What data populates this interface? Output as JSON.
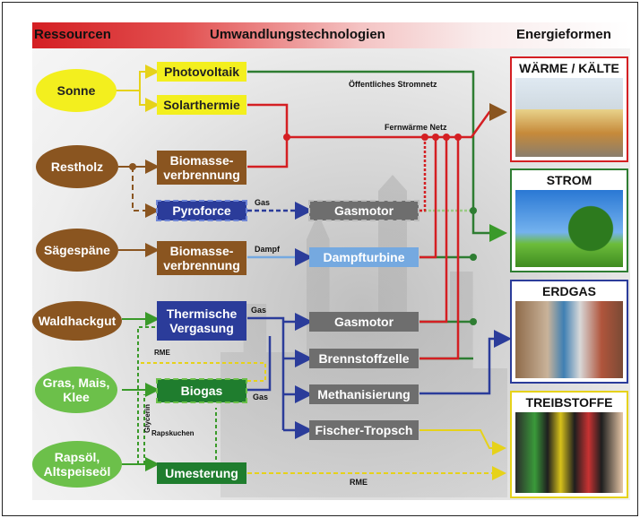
{
  "header": {
    "resources": "Ressourcen",
    "technologies": "Umwandlungstechnologien",
    "energy_forms": "Energieformen"
  },
  "resources": {
    "sonne": "Sonne",
    "restholz": "Restholz",
    "saegespaene": "Sägespäne",
    "waldhackgut": "Waldhackgut",
    "gras": "Gras, Mais, Klee",
    "rapsoel": "Rapsöl, Altspeiseöl"
  },
  "technologies": {
    "photovoltaik": "Photovoltaik",
    "solarthermie": "Solarthermie",
    "biomasse1": "Biomasse-verbrennung",
    "pyroforce": "Pyroforce",
    "biomasse2": "Biomasse-verbrennung",
    "thermische": "Thermische Vergasung",
    "biogas": "Biogas",
    "umesterung": "Umesterung",
    "gasmotor1": "Gasmotor",
    "dampfturbine": "Dampfturbine",
    "gasmotor2": "Gasmotor",
    "brennstoffzelle": "Brennstoffzelle",
    "methanisierung": "Methanisierung",
    "fischer": "Fischer-Tropsch"
  },
  "labels": {
    "stromnetz": "Öffentliches Stromnetz",
    "fernwaerme": "Fernwärme Netz",
    "gas1": "Gas",
    "dampf": "Dampf",
    "gas2": "Gas",
    "gas3": "Gas",
    "rme1": "RME",
    "rme2": "RME",
    "glycerin": "Glycerin",
    "rapskuchen": "Rapskuchen"
  },
  "energy_forms": {
    "waerme": "WÄRME / KÄLTE",
    "strom": "STROM",
    "erdgas": "ERDGAS",
    "treibstoffe": "TREIBSTOFFE"
  },
  "colors": {
    "heat": "#d41f23",
    "power": "#2e7d32",
    "gas": "#2b3c9a",
    "fuel": "#eeee22",
    "wood": "#8a5520"
  }
}
